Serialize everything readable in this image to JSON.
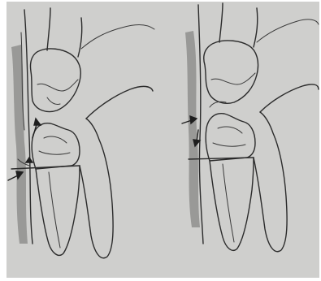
{
  "figure": {
    "panels": [
      {
        "position": "left",
        "arrows": 3
      },
      {
        "position": "right",
        "arrows": 2
      }
    ],
    "colors": {
      "paper": "#cfcfcd",
      "ink": "#2b2b2b",
      "gingiva_stipple": "#8f8f8d"
    }
  }
}
